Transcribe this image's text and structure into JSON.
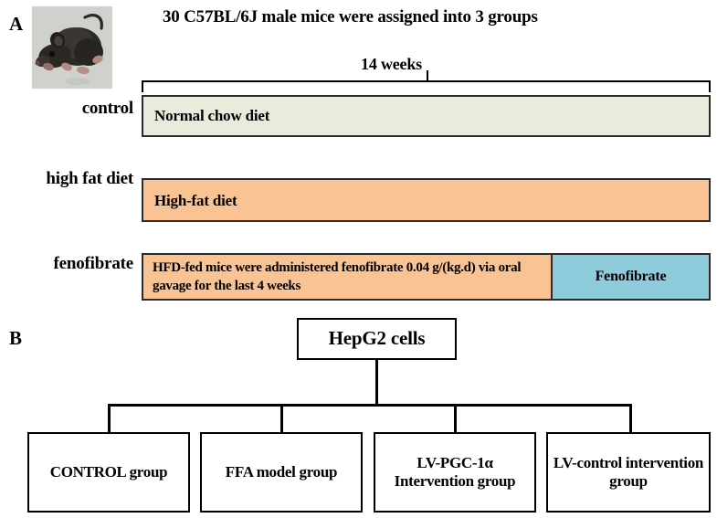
{
  "figure": {
    "panels": [
      {
        "letter": "A",
        "title": "30 C57BL/6J male mice were assigned into 3 groups",
        "photo_icon": "mouse-photo",
        "duration_label": "14 weeks",
        "rows": [
          {
            "label": "control",
            "bar_text": "Normal chow diet",
            "color": "#e9ecdc"
          },
          {
            "label": "high fat diet",
            "bar_text": "High-fat diet",
            "color": "#f9c393"
          },
          {
            "label": "fenofibrate",
            "bar_text": "HFD-fed mice were administered fenofibrate 0.04 g/(kg.d) via oral gavage for the last 4 weeks",
            "color": "#f9c393",
            "segment_text": "Fenofibrate",
            "segment_color": "#8ecbdb"
          }
        ]
      },
      {
        "letter": "B",
        "root": "HepG2 cells",
        "leaves": [
          "CONTROL group",
          "FFA model group",
          "LV-PGC-1α Intervention group",
          "LV-control intervention group"
        ]
      }
    ]
  },
  "colors": {
    "outline": "#000000",
    "bar_outline": "#2b2b2b",
    "control_bar": "#e9ecdc",
    "hfd_bar": "#f9c393",
    "fenofibrate_segment": "#8ecbdb",
    "background": "#ffffff"
  }
}
